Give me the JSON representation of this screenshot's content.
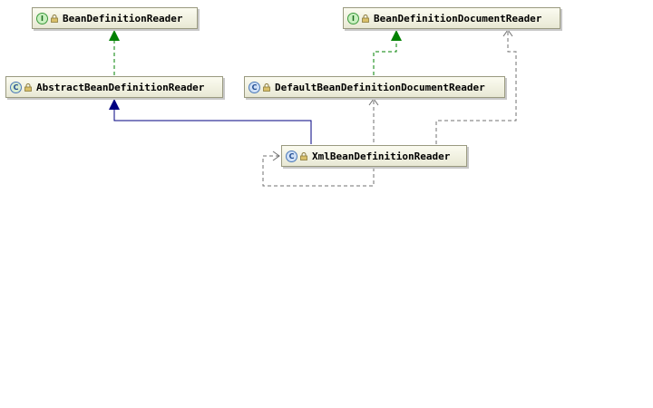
{
  "nodes": {
    "bean_definition_reader": {
      "label": "BeanDefinitionReader",
      "kind": "interface",
      "badge": "I"
    },
    "bean_definition_document_reader": {
      "label": "BeanDefinitionDocumentReader",
      "kind": "interface",
      "badge": "I"
    },
    "abstract_bean_definition_reader": {
      "label": "AbstractBeanDefinitionReader",
      "kind": "abstract",
      "badge": "C"
    },
    "default_bean_definition_document_reader": {
      "label": "DefaultBeanDefinitionDocumentReader",
      "kind": "class",
      "badge": "C"
    },
    "xml_bean_definition_reader": {
      "label": "XmlBeanDefinitionReader",
      "kind": "class",
      "badge": "C"
    }
  },
  "edges": [
    {
      "from": "abstract_bean_definition_reader",
      "to": "bean_definition_reader",
      "type": "implements"
    },
    {
      "from": "default_bean_definition_document_reader",
      "to": "bean_definition_document_reader",
      "type": "implements"
    },
    {
      "from": "xml_bean_definition_reader",
      "to": "abstract_bean_definition_reader",
      "type": "extends"
    },
    {
      "from": "xml_bean_definition_reader",
      "to": "bean_definition_document_reader",
      "type": "dependency"
    },
    {
      "from": "xml_bean_definition_reader",
      "to": "default_bean_definition_document_reader",
      "type": "dependency"
    },
    {
      "from": "xml_bean_definition_reader",
      "to": "xml_bean_definition_reader",
      "type": "dependency"
    }
  ],
  "colors": {
    "implements": "#008000",
    "extends": "#000080",
    "dependency": "#707070"
  }
}
